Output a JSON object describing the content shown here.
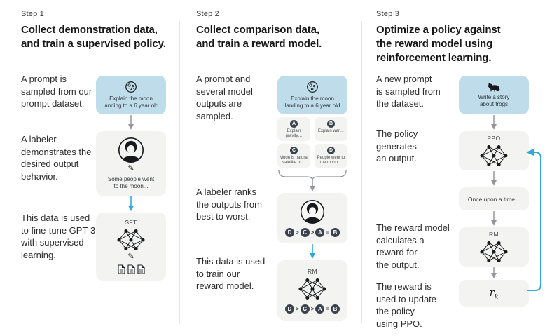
{
  "step1": {
    "step_label": "Step 1",
    "heading": "Collect demonstration data,\nand train a supervised policy.",
    "captions": {
      "c1": "A prompt is\nsampled from our\nprompt dataset.",
      "c2": "A labeler\ndemonstrates the\ndesired output\nbehavior.",
      "c3": "This data is used\nto fine-tune GPT-3\nwith supervised\nlearning."
    },
    "prompt_text": "Explain the moon\nlanding to a 6 year old",
    "labeler_output": "Some people went\nto the moon...",
    "model_label": "SFT"
  },
  "step2": {
    "step_label": "Step 2",
    "heading": "Collect comparison data,\nand train a reward model.",
    "captions": {
      "c1": "A prompt and\nseveral model\noutputs are\nsampled.",
      "c2": "A labeler ranks\nthe outputs from\nbest to worst.",
      "c3": "This data is used\nto train our\nreward model."
    },
    "prompt_text": "Explain the moon\nlanding to a 6 year old",
    "options": [
      {
        "letter": "A",
        "text": "Explain gravity…"
      },
      {
        "letter": "B",
        "text": "Explain war…"
      },
      {
        "letter": "C",
        "text": "Moon is natural\nsatellite of…"
      },
      {
        "letter": "D",
        "text": "People went to\nthe moon…"
      }
    ],
    "ranking": {
      "r0": "D",
      "op0": ">",
      "r1": "C",
      "op1": ">",
      "r2": "A",
      "op2": "=",
      "r3": "B"
    },
    "model_label": "RM"
  },
  "step3": {
    "step_label": "Step 3",
    "heading": "Optimize a policy against\nthe reward model using\nreinforcement learning.",
    "captions": {
      "c1": "A new prompt\nis sampled from\nthe dataset.",
      "c2": "The policy\ngenerates\nan output.",
      "c3": "The reward model\ncalculates a\nreward for\nthe output.",
      "c4": "The reward is\nused to update\nthe policy\nusing PPO."
    },
    "prompt_text": "Write a story\nabout frogs",
    "ppo_label": "PPO",
    "output_text": "Once upon a time...",
    "rm_label": "RM",
    "reward_var": "r",
    "reward_sub": "k"
  },
  "colors": {
    "prompt_box_blue": "#bedcea",
    "model_box_gray": "#f3f3f1",
    "accent_blue": "#2fa8e0",
    "chip_dark": "#3a424e",
    "gray_arrow": "#96969b"
  }
}
